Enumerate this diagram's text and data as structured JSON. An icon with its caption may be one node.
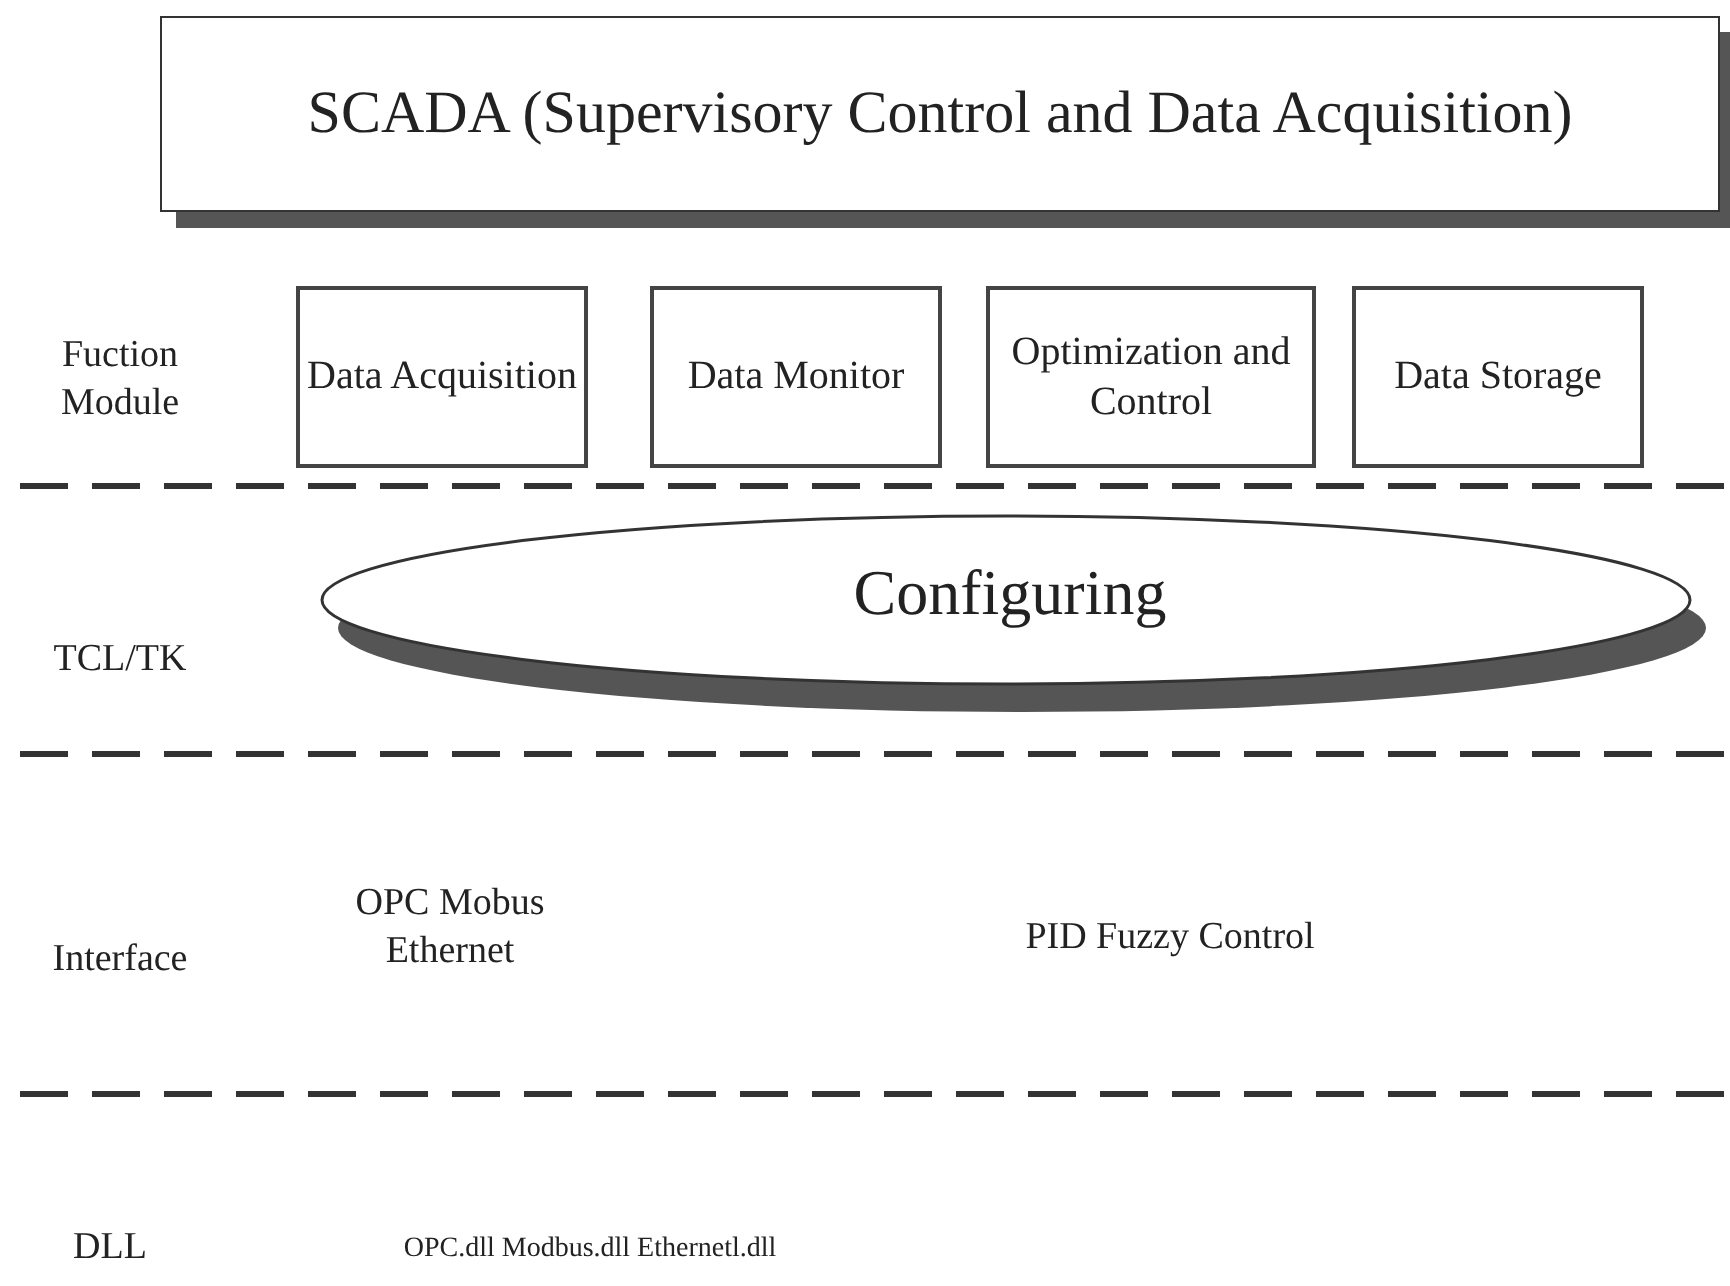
{
  "diagram": {
    "nodes": [
      {
        "text": [
          "SCADA (Supervisory Control and Data Acquisition)"
        ]
      },
      {
        "text": [
          "Data Acquisition"
        ]
      },
      {
        "text": [
          "Data Monitor"
        ]
      },
      {
        "text": [
          "Optimization and Control"
        ]
      },
      {
        "text": [
          "Data Storage"
        ]
      },
      {
        "text": [
          "Configuring"
        ]
      }
    ],
    "edges": [],
    "labels": [
      "Fuction Module",
      "TCL/TK",
      "Interface",
      "OPC Mobus Ethernet",
      "PID Fuzzy Control",
      "DLL",
      "OPC.dll Modbus.dll Ethernetl.dll"
    ]
  }
}
